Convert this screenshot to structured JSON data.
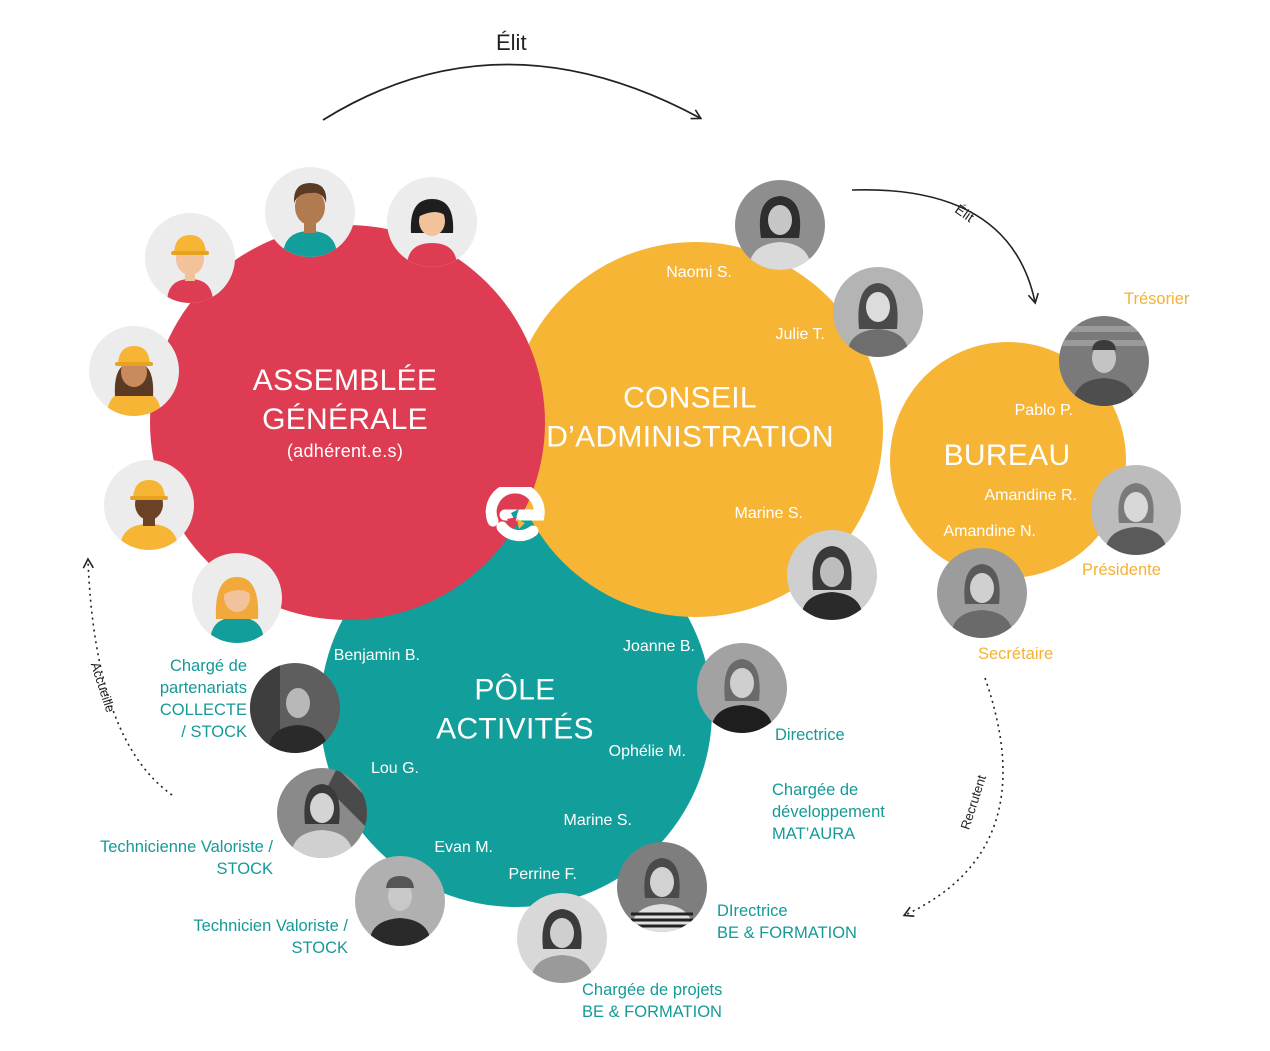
{
  "top_arrow": {
    "label": "Élit"
  },
  "bureau_arrow": {
    "label": "Élit"
  },
  "accueille_arrow": {
    "label": "Accueille"
  },
  "recrutent_arrow": {
    "label": "Recrutent"
  },
  "assemblee": {
    "title_line1": "ASSEMBLÉE",
    "title_line2": "GÉNÉRALE",
    "subtitle": "(adhérent.e.s)"
  },
  "conseil": {
    "title_line1": "CONSEIL",
    "title_line2": "D’ADMINISTRATION",
    "members": [
      "Naomi S.",
      "Julie T.",
      "Marine S."
    ]
  },
  "bureau": {
    "title": "BUREAU",
    "members": [
      "Pablo P.",
      "Amandine R.",
      "Amandine N."
    ],
    "roles": [
      "Trésorier",
      "Présidente",
      "Secrétaire"
    ]
  },
  "pole": {
    "title_line1": "PÔLE",
    "title_line2": "ACTIVITÉS",
    "members": [
      "Benjamin B.",
      "Joanne B.",
      "Ophélie M.",
      "Lou G.",
      "Marine S.",
      "Evan M.",
      "Perrine F."
    ]
  },
  "roles": {
    "benjamin": [
      "Chargé de",
      "partenariats",
      "COLLECTE",
      "/ STOCK"
    ],
    "joanne": [
      "Directrice"
    ],
    "ophelie": [
      "Chargée de",
      "développement",
      "MAT’AURA"
    ],
    "lou": [
      "Technicienne Valoriste /",
      "STOCK"
    ],
    "evan": [
      "Technicien Valoriste /",
      "STOCK"
    ],
    "marine": [
      "DIrectrice",
      "BE & FORMATION"
    ],
    "perrine": [
      "Chargée de projets",
      "BE & FORMATION"
    ]
  },
  "colors": {
    "red": "#de3c52",
    "yellow": "#f7b535",
    "teal": "#129e9b",
    "text_teal": "#159a97",
    "text_yellow": "#f2b233"
  },
  "icons": [
    "worker-avatar-icon",
    "person-avatar-icon",
    "woman-avatar-icon",
    "logo-e-icon",
    "photo-portrait-icon"
  ]
}
